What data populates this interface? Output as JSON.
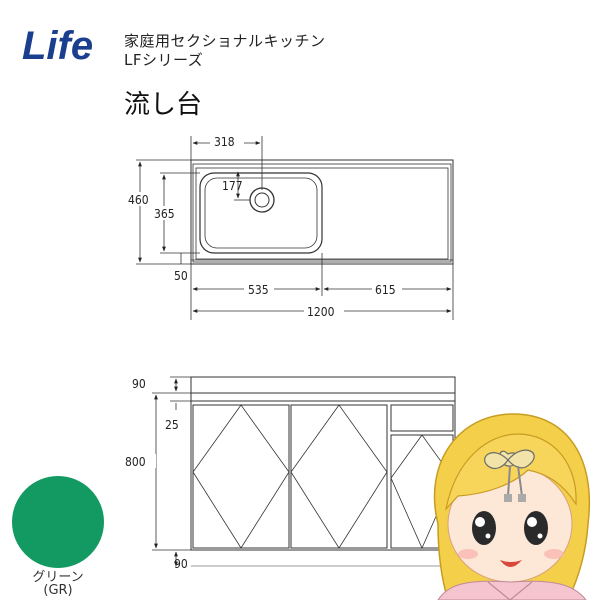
{
  "brand": {
    "logo_text": "Life",
    "logo_color": "#1a3f8f"
  },
  "header": {
    "line1": "家庭用セクショナルキッチン",
    "line2": "LFシリーズ"
  },
  "title": "流し台",
  "plan_view": {
    "dims": {
      "bowl_center_offset": "318",
      "drain_offset": "177",
      "depth_total": "460",
      "bowl_depth": "365",
      "front_offset": "50",
      "sink_section": "535",
      "counter_section": "615",
      "width_total": "1200"
    }
  },
  "elevation_view": {
    "dims": {
      "top_thickness": "90",
      "apron": "25",
      "height_total": "800",
      "plinth": "90"
    }
  },
  "color_option": {
    "name": "グリーン",
    "code": "(GR)",
    "hex": "#139a62"
  }
}
